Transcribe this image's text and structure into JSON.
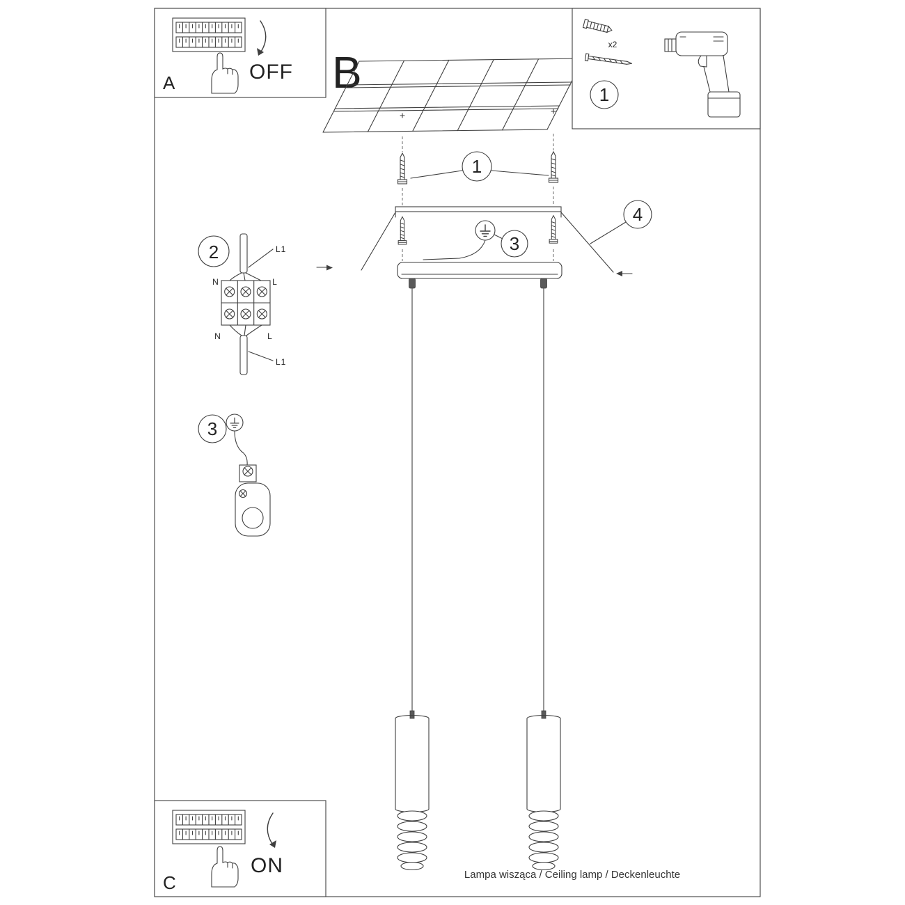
{
  "panels": {
    "a": {
      "label": "A",
      "switch_label": "OFF"
    },
    "b": {
      "label": "B"
    },
    "c": {
      "label": "C",
      "switch_label": "ON"
    }
  },
  "tools": {
    "callout": "1",
    "anchor_qty": "x2"
  },
  "callouts": {
    "screws": "1",
    "wiring": "2",
    "ground": "3",
    "ground_main": "3",
    "canopy": "4"
  },
  "wiring": {
    "n_top": "N",
    "l_top": "L",
    "l1_top": "L1",
    "n_bottom": "N",
    "l_bottom": "L",
    "l1_bottom": "L1"
  },
  "footer": {
    "caption": "Lampa wisząca / Ceiling lamp / Deckenleuchte"
  }
}
